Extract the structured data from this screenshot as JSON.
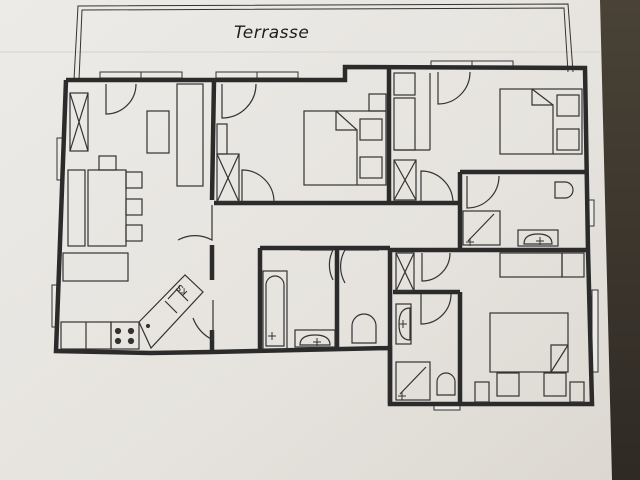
{
  "plan": {
    "title": "Terrasse",
    "sink_label": "KS",
    "colors": {
      "paper": "#e9e6e1",
      "wall": "#2b2b2b",
      "line": "#3a3a3a",
      "background": "#3a342c"
    },
    "rooms": [
      {
        "id": "terrace",
        "label": "Terrasse"
      },
      {
        "id": "kitchen-living",
        "label": ""
      },
      {
        "id": "bedroom-1",
        "label": ""
      },
      {
        "id": "bedroom-2",
        "label": ""
      },
      {
        "id": "bathroom-1",
        "label": ""
      },
      {
        "id": "wc",
        "label": ""
      },
      {
        "id": "bathroom-2",
        "label": ""
      },
      {
        "id": "bathroom-3",
        "label": ""
      },
      {
        "id": "bedroom-3",
        "label": ""
      },
      {
        "id": "hallway",
        "label": ""
      }
    ]
  }
}
